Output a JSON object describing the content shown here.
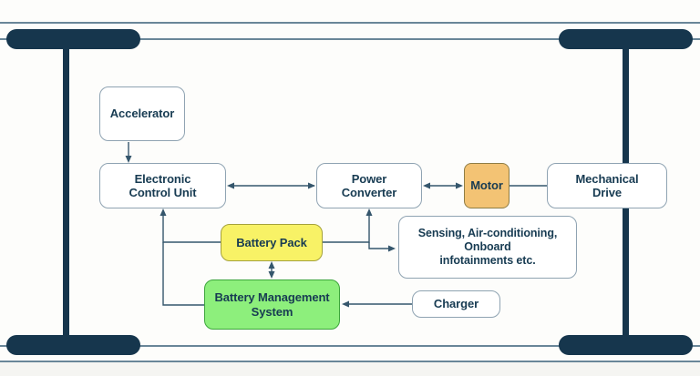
{
  "colors": {
    "navy": "#16364D",
    "rail": "#4F7186",
    "connector": "#35566C",
    "box-border": "#8FA3B2",
    "box-fill": "#FFFFFF",
    "text": "#173B52",
    "yellow-fill": "#F8F266",
    "yellow-border": "#A5A23C",
    "green-fill": "#8DEF7C",
    "green-border": "#3DA53C",
    "orange-fill": "#F3C374",
    "orange-border": "#8F7D45",
    "bg": "#FDFDFB"
  },
  "diagram": {
    "description": "Electric vehicle component block diagram drawn inside a car chassis outline with four wheels",
    "nodes": {
      "accelerator": {
        "lines": [
          "Accelerator"
        ]
      },
      "ecu": {
        "lines": [
          "Electronic",
          "Control Unit"
        ]
      },
      "power_converter": {
        "lines": [
          "Power",
          "Converter"
        ]
      },
      "motor": {
        "lines": [
          "Motor"
        ]
      },
      "mechanical_drive": {
        "lines": [
          "Mechanical",
          "Drive"
        ]
      },
      "battery_pack": {
        "lines": [
          "Battery Pack"
        ]
      },
      "bms": {
        "lines": [
          "Battery Management",
          "System"
        ]
      },
      "sensing": {
        "lines": [
          "Sensing, Air-conditioning,",
          "Onboard",
          "infotainments etc."
        ]
      },
      "charger": {
        "lines": [
          "Charger"
        ]
      }
    },
    "connections": [
      {
        "from": "accelerator",
        "to": "ecu",
        "type": "arrow"
      },
      {
        "from": "ecu",
        "to": "power_converter",
        "type": "double-arrow"
      },
      {
        "from": "power_converter",
        "to": "motor",
        "type": "double-arrow"
      },
      {
        "from": "motor",
        "to": "mechanical_drive",
        "type": "line"
      },
      {
        "from": "battery_pack",
        "to": "ecu",
        "type": "arrow"
      },
      {
        "from": "battery_pack",
        "to": "bms",
        "type": "double-arrow"
      },
      {
        "from": "battery_pack",
        "to": "power_converter",
        "type": "arrow"
      },
      {
        "from": "battery_pack",
        "to": "sensing",
        "type": "arrow"
      },
      {
        "from": "charger",
        "to": "bms",
        "type": "arrow"
      }
    ]
  }
}
